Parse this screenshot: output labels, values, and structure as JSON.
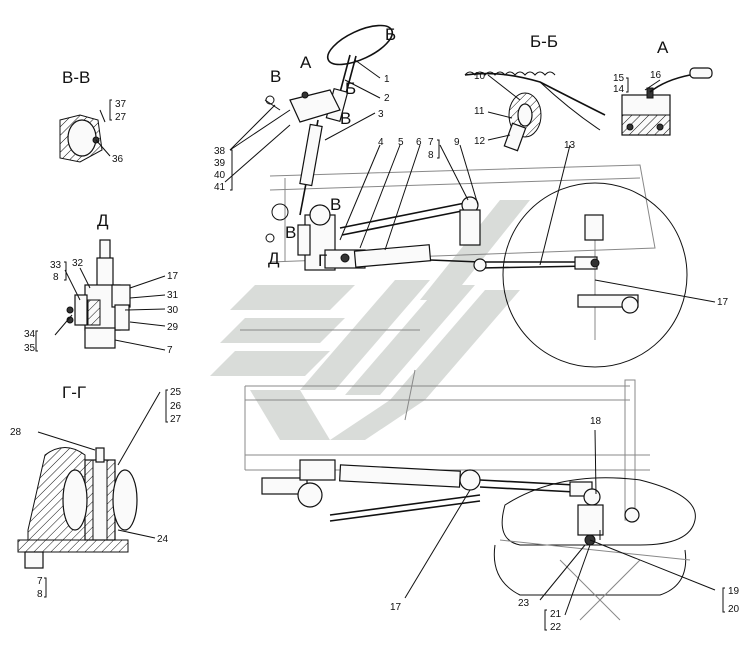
{
  "section_titles": {
    "bb": "Б-Б",
    "a": "А",
    "vv": "В-В",
    "d": "Д",
    "gg": "Г-Г"
  },
  "view_markers": {
    "a_top": "А",
    "b_top": "Б",
    "b_right": "Б",
    "v_left": "В",
    "v_right": "В",
    "v_lower": "В",
    "v_lower_left": "В",
    "d_left": "Д",
    "g_mid": "Г"
  },
  "callouts": {
    "n1": "1",
    "n2": "2",
    "n3": "3",
    "n4": "4",
    "n5": "5",
    "n6": "6",
    "n7_top": "7",
    "n8_top": "8",
    "n9": "9",
    "n10": "10",
    "n11": "11",
    "n12": "12",
    "n13": "13",
    "n14": "14",
    "n15": "15",
    "n16": "16",
    "n17_right": "17",
    "n17_d": "17",
    "n17_bottom": "17",
    "n18": "18",
    "n19": "19",
    "n20": "20",
    "n21": "21",
    "n22": "22",
    "n23": "23",
    "n24": "24",
    "n25": "25",
    "n26": "26",
    "n27_gg": "27",
    "n27_vv": "27",
    "n28": "28",
    "n29": "29",
    "n30": "30",
    "n31": "31",
    "n32": "32",
    "n33": "33",
    "n8_d": "8",
    "n34": "34",
    "n35": "35",
    "n7_d": "7",
    "n36": "36",
    "n37": "37",
    "n38": "38",
    "n39": "39",
    "n40": "40",
    "n41": "41",
    "n7_gg": "7",
    "n8_gg": "8"
  }
}
